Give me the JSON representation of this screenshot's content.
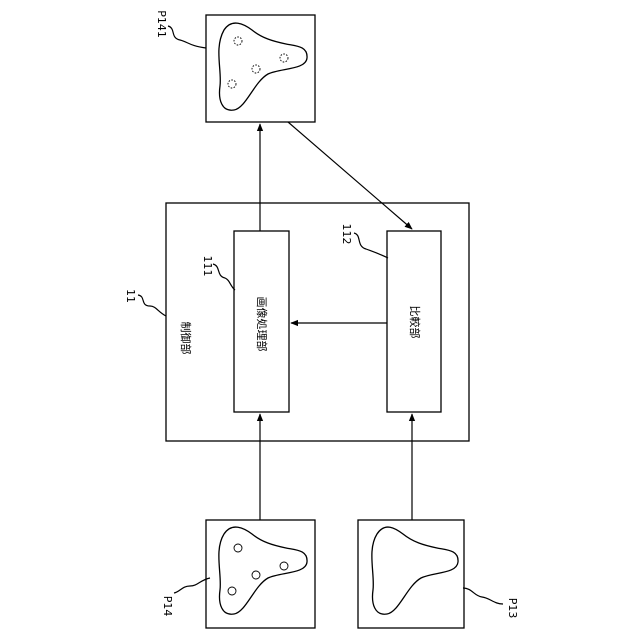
{
  "labels": {
    "control_unit_ref": "11",
    "control_unit_name": "制御部",
    "image_proc_ref": "111",
    "image_proc_name": "画像処理部",
    "compare_ref": "112",
    "compare_name": "比較部",
    "img_p141": "P141",
    "img_p14": "P14",
    "img_p13": "P13"
  }
}
